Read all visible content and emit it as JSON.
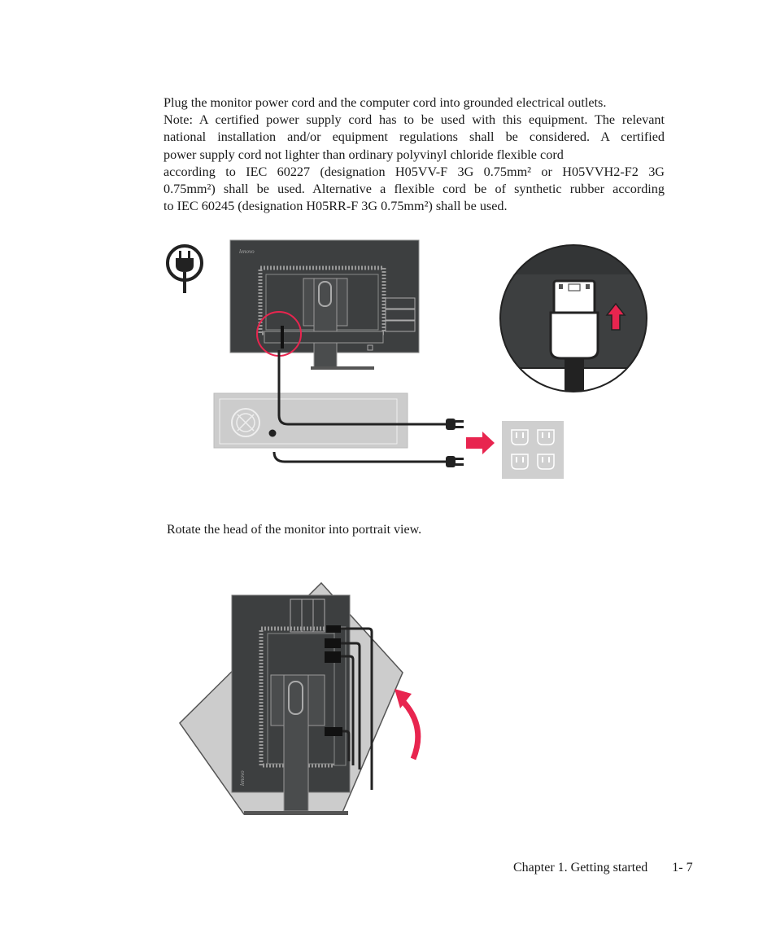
{
  "instructions": {
    "lines": [
      "Plug the monitor power cord and the computer cord into grounded electrical outlets.",
      "Note: A certified power supply cord has to be used with this equipment. The relevant",
      "national installation and/or equipment regulations shall be considered. A certified",
      "power supply cord not lighter than ordinary polyvinyl chloride flexible cord",
      "according to IEC 60227 (designation H05VV-F 3G 0.75mm² or H05VVH2-F2 3G",
      "0.75mm²) shall be used. Alternative a flexible cord be of synthetic rubber according",
      "to IEC 60245 (designation H05RR-F 3G 0.75mm²) shall be used."
    ]
  },
  "rotate_caption": "Rotate the head of the monitor into portrait view.",
  "footer": {
    "chapter": "Chapter 1. Getting started",
    "page": "1- 7"
  },
  "logo_text": "lenovo",
  "colors": {
    "monitor_dark": "#3d3f40",
    "cable": "#222222",
    "accent_red": "#e8254f",
    "pc_gray": "#cccccc",
    "outlet_gray": "#cfcfcf"
  }
}
